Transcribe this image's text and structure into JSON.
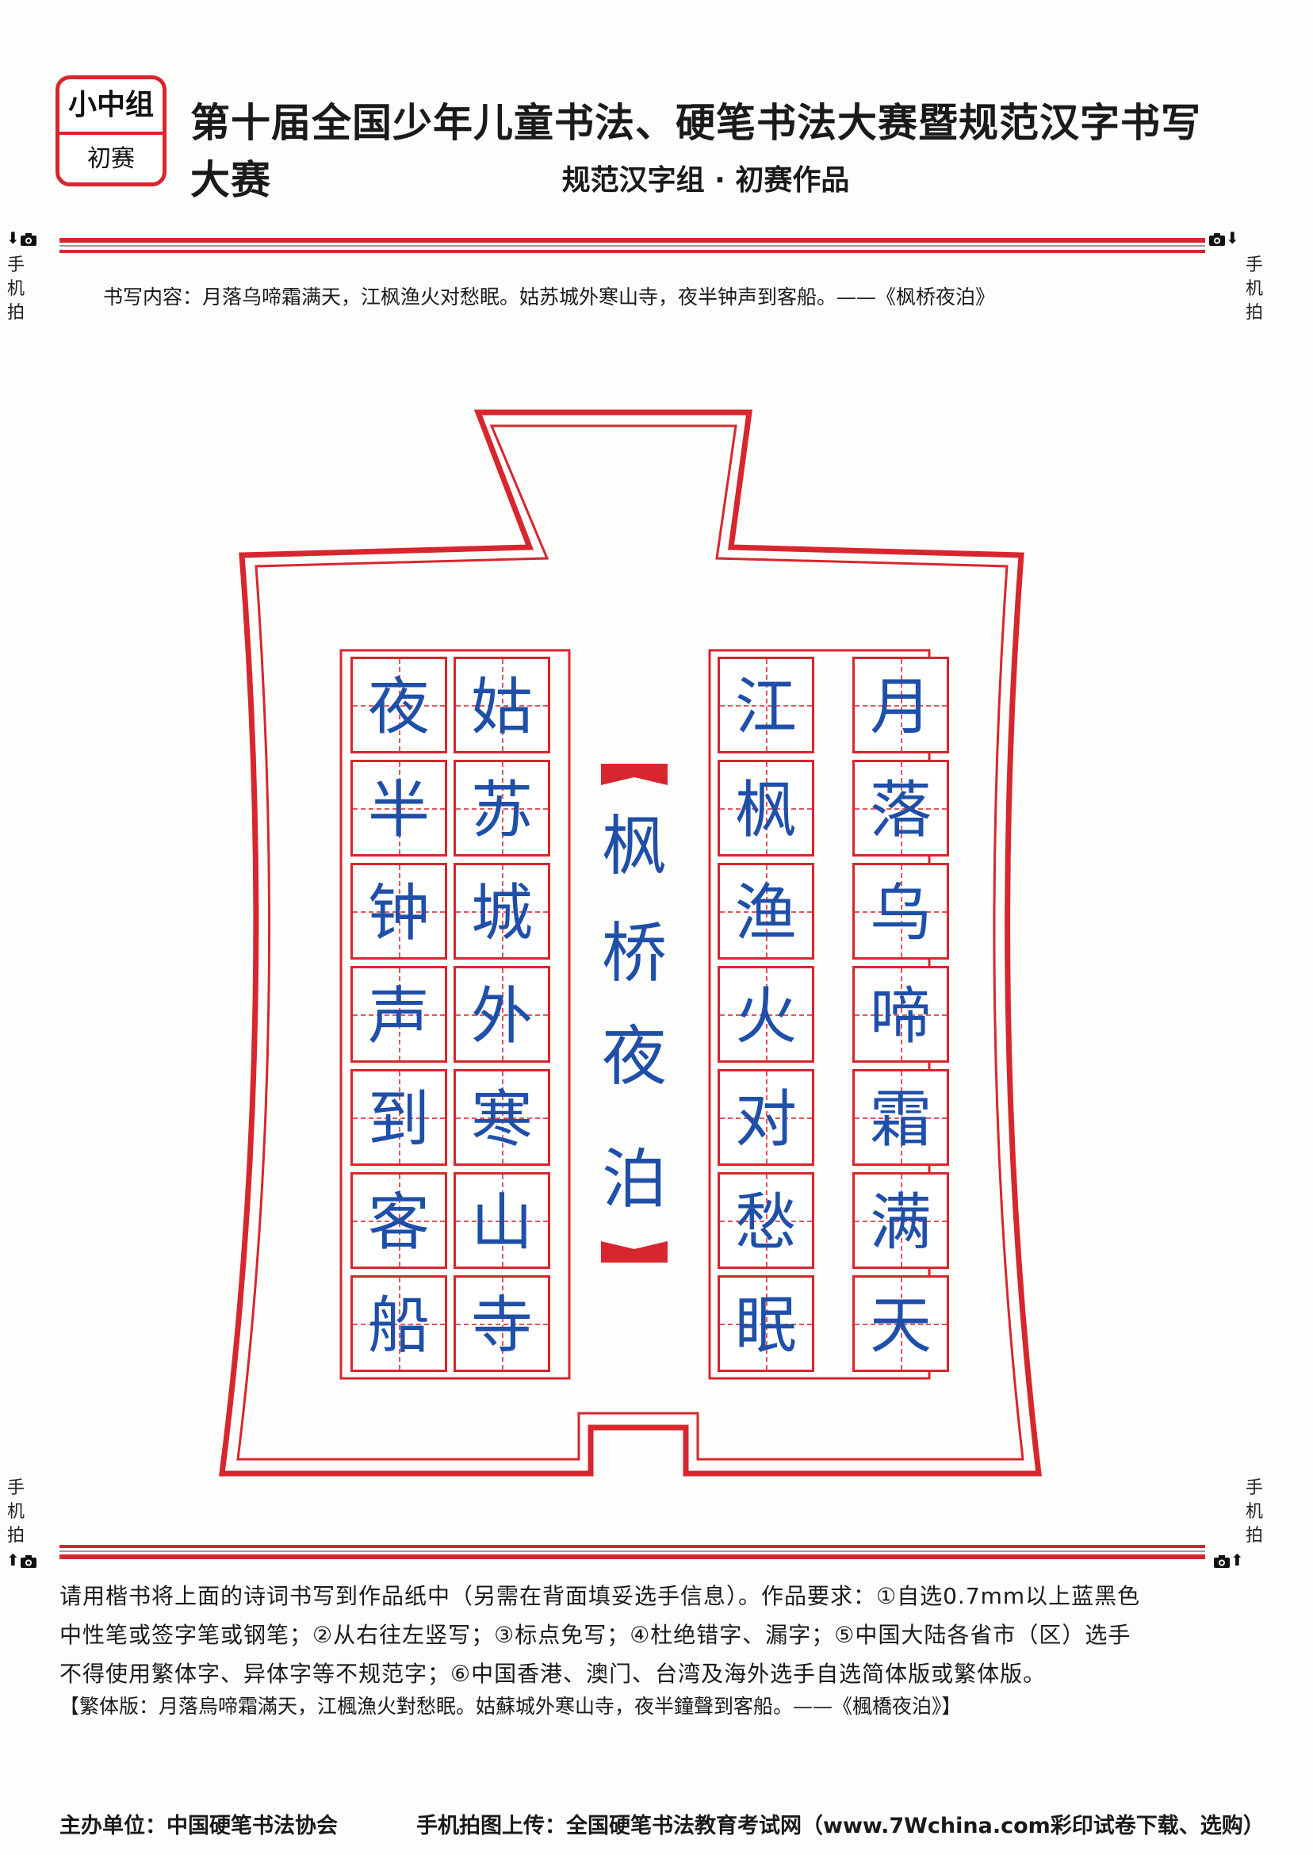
{
  "badge": {
    "group": "小中组",
    "stage": "初赛"
  },
  "header": {
    "title": "第十届全国少年儿童书法、硬笔书法大赛暨规范汉字书写大赛",
    "subtitle": "规范汉字组 · 初赛作品"
  },
  "phone_mark": "手机拍",
  "content_line": "书写内容：月落乌啼霜满天，江枫渔火对愁眠。姑苏城外寒山寺，夜半钟声到客船。——《枫桥夜泊》",
  "poem_title": [
    "枫",
    "桥",
    "夜",
    "泊"
  ],
  "columns": [
    [
      "月",
      "落",
      "乌",
      "啼",
      "霜",
      "满",
      "天"
    ],
    [
      "江",
      "枫",
      "渔",
      "火",
      "对",
      "愁",
      "眠"
    ],
    [
      "姑",
      "苏",
      "城",
      "外",
      "寒",
      "山",
      "寺"
    ],
    [
      "夜",
      "半",
      "钟",
      "声",
      "到",
      "客",
      "船"
    ]
  ],
  "instructions": [
    "请用楷书将上面的诗词书写到作品纸中（另需在背面填妥选手信息）。作品要求：①自选0.7mm以上蓝黑色",
    "中性笔或签字笔或钢笔；②从右往左竖写；③标点免写；④杜绝错字、漏字；⑤中国大陆各省市（区）选手",
    "不得使用繁体字、异体字等不规范字；⑥中国香港、澳门、台湾及海外选手自选简体版或繁体版。"
  ],
  "traditional": "【繁体版：月落烏啼霜滿天，江楓漁火對愁眠。姑蘇城外寒山寺，夜半鐘聲到客船。——《楓橋夜泊》】",
  "footer": {
    "organizer": "主办单位：中国硬笔书法协会",
    "upload": "手机拍图上传：全国硬笔书法教育考试网（www.7Wchina.com彩印试卷下载、选购）"
  },
  "colors": {
    "accent": "#d8262e",
    "ink": "#1f4fa8"
  },
  "icons": [
    "arrow-down-icon",
    "camera-icon",
    "arrow-up-icon"
  ]
}
